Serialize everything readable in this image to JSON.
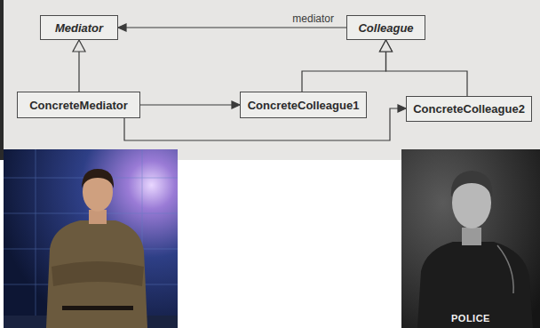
{
  "diagram": {
    "nodes": [
      {
        "text": [
          "Mediator"
        ]
      },
      {
        "text": [
          "Colleague"
        ]
      },
      {
        "text": [
          "ConcreteMediator"
        ]
      },
      {
        "text": [
          "ConcreteColleague1"
        ]
      },
      {
        "text": [
          "ConcreteColleague2"
        ]
      }
    ],
    "edges": [
      {
        "from": 1,
        "to": 0,
        "label": "mediator",
        "arrow": "to"
      },
      {
        "from": 2,
        "to": 0,
        "arrow": "to"
      },
      {
        "from": 3,
        "to": 1,
        "arrow": "to"
      },
      {
        "from": 4,
        "to": 1,
        "arrow": "to"
      },
      {
        "from": 2,
        "to": 3,
        "arrow": "to"
      },
      {
        "from": 2,
        "to": 4,
        "arrow": "to"
      }
    ],
    "labels": [
      "POLICE"
    ]
  }
}
